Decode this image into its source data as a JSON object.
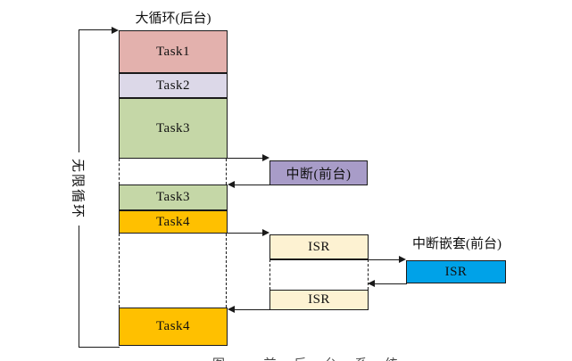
{
  "title": "大循环(后台)",
  "loop_label": "无限循环",
  "tasks": {
    "t1": "Task1",
    "t2": "Task2",
    "t3a": "Task3",
    "t3b": "Task3",
    "t4a": "Task4",
    "t4b": "Task4"
  },
  "interrupt_label": "中断(前台)",
  "nested_title": "中断嵌套(前台)",
  "isr": {
    "a": "ISR",
    "b": "ISR",
    "nested": "ISR"
  },
  "caption": "图 前后台系统",
  "colors": {
    "task1": "#e3b1ad",
    "task2": "#dcd8e8",
    "task3": "#c5d7a7",
    "task4": "#ffc000",
    "interrupt": "#a89cc8",
    "isr": "#fdf2d2",
    "isr_nested": "#00a2e8",
    "line": "#1a1a1a"
  }
}
